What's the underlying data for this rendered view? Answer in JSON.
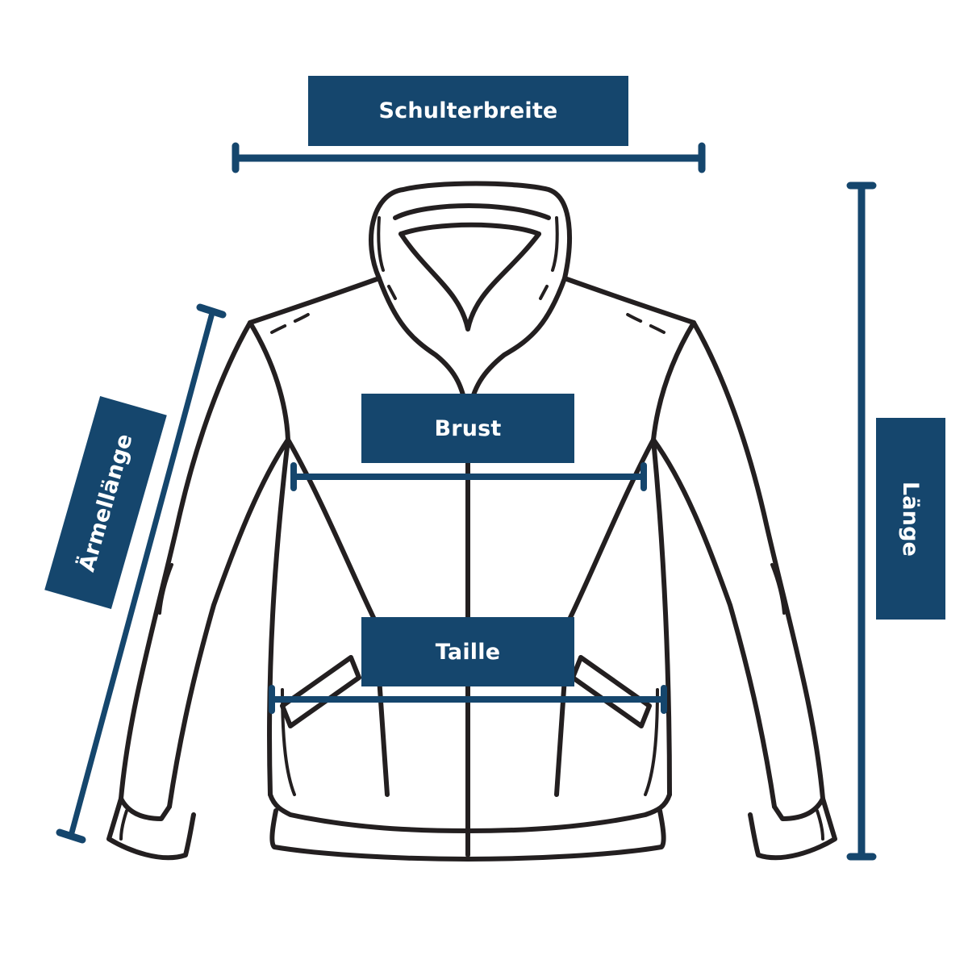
{
  "diagram": {
    "subject": "jacket size chart",
    "accent_color": "#15466d",
    "line_color": "#231f20",
    "background": "#ffffff",
    "labels": {
      "shoulder_width": "Schulterbreite",
      "sleeve_length": "Ärmellänge",
      "length": "Länge",
      "chest": "Brust",
      "waist": "Taille"
    }
  }
}
